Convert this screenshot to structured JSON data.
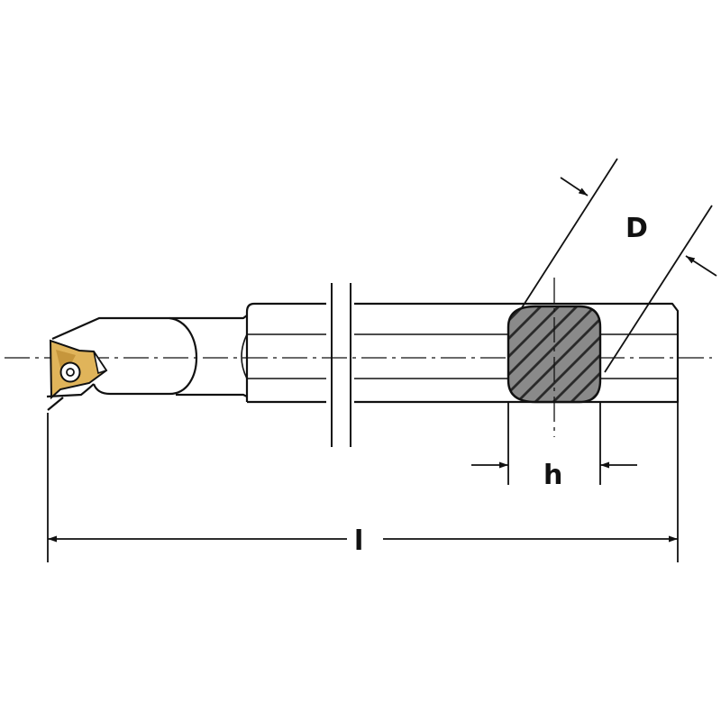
{
  "diagram": {
    "dimensions": {
      "diameter_label": "D",
      "height_label": "h",
      "length_label": "l"
    },
    "colors": {
      "line": "#111111",
      "insert_gold": "#e0b45a",
      "insert_gold_dark": "#b07e24",
      "section_fill": "#8a8a8a"
    }
  }
}
